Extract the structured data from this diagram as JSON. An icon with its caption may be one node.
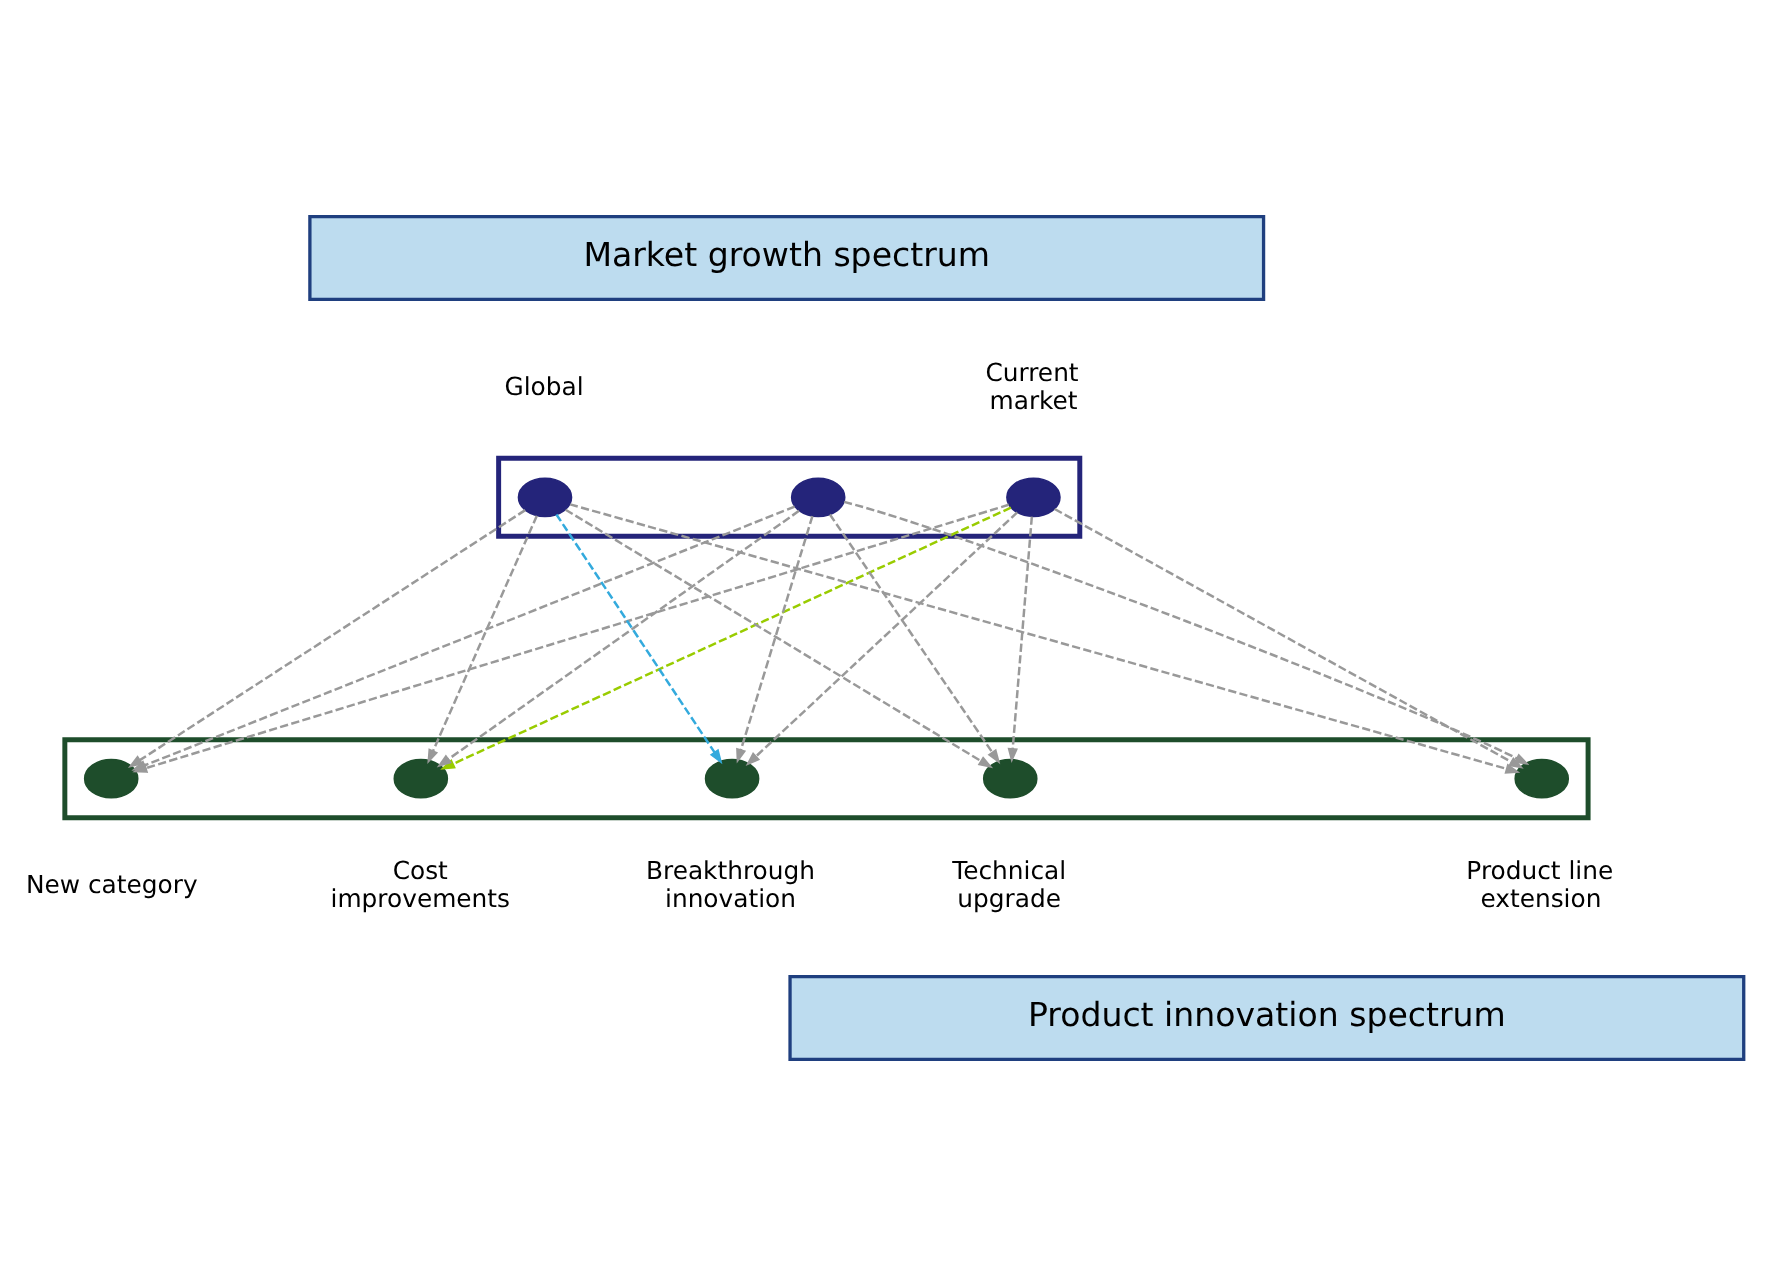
{
  "diagram": {
    "nodes": [
      {
        "text": [
          "Market growth spectrum"
        ]
      },
      {
        "text": [],
        "shape": "box"
      },
      {
        "text": [],
        "shape": "circle",
        "in": 1,
        "beside": [
          "Current market"
        ]
      },
      {
        "text": [],
        "shape": "circle",
        "in": 1
      },
      {
        "text": [],
        "shape": "circle",
        "in": 1,
        "beside": [
          "Global"
        ]
      },
      {
        "text": [],
        "shape": "box"
      },
      {
        "text": [],
        "shape": "circle",
        "in": 5,
        "beside": [
          "Cost improvements"
        ]
      },
      {
        "text": [],
        "shape": "circle",
        "in": 5,
        "beside": [
          "Technical upgrade"
        ]
      },
      {
        "text": [],
        "shape": "circle",
        "in": 5,
        "beside": [
          "Product line extension"
        ]
      },
      {
        "text": [],
        "shape": "circle",
        "in": 5,
        "beside": [
          "New category"
        ]
      },
      {
        "text": [],
        "shape": "circle",
        "in": 5,
        "beside": [
          "Breakthrough innovation"
        ]
      },
      {
        "text": [
          "Product innovation spectrum"
        ]
      }
    ],
    "edges": [
      {
        "from": 2,
        "to": 6,
        "arrow": "to",
        "style": "dashed",
        "color": "#99cc00"
      },
      {
        "from": 2,
        "to": 7,
        "arrow": "to",
        "style": "dashed"
      },
      {
        "from": 2,
        "to": 8,
        "arrow": "to",
        "style": "dashed"
      },
      {
        "from": 2,
        "to": 9,
        "arrow": "to",
        "style": "dashed"
      },
      {
        "from": 2,
        "to": 10,
        "arrow": "to",
        "style": "dashed"
      },
      {
        "from": 3,
        "to": 6,
        "arrow": "to",
        "style": "dashed"
      },
      {
        "from": 3,
        "to": 7,
        "arrow": "to",
        "style": "dashed"
      },
      {
        "from": 3,
        "to": 8,
        "arrow": "to",
        "style": "dashed"
      },
      {
        "from": 3,
        "to": 9,
        "arrow": "to",
        "style": "dashed"
      },
      {
        "from": 3,
        "to": 10,
        "arrow": "to",
        "style": "dashed"
      },
      {
        "from": 4,
        "to": 6,
        "arrow": "to",
        "style": "dashed"
      },
      {
        "from": 4,
        "to": 7,
        "arrow": "to",
        "style": "dashed"
      },
      {
        "from": 4,
        "to": 8,
        "arrow": "to",
        "style": "dashed"
      },
      {
        "from": 4,
        "to": 9,
        "arrow": "to",
        "style": "dashed"
      },
      {
        "from": 4,
        "to": 10,
        "arrow": "to",
        "style": "dashed",
        "color": "#33aadd"
      }
    ]
  }
}
